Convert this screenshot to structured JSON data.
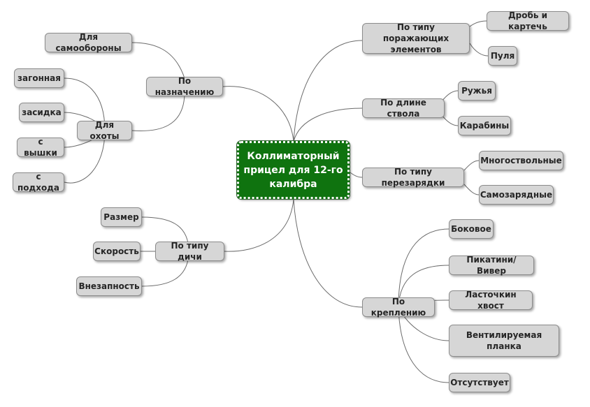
{
  "central": {
    "label": "Коллиматорный\nприцел для 12-го\nкалибра"
  },
  "nodes": {
    "n_type_elems": "По типу поражающих\nэлементов",
    "n_shot": "Дробь и картечь",
    "n_bullet": "Пуля",
    "n_barrel": "По длине ствола",
    "n_guns": "Ружья",
    "n_carbines": "Карабины",
    "n_reload": "По типу перезарядки",
    "n_multibarrel": "Многоствольные",
    "n_selfload": "Самозарядные",
    "n_mount": "По креплению",
    "n_side": "Боковое",
    "n_picatinny": "Пикатини/Вивер",
    "n_dovetail": "Ласточкин хвост",
    "n_vent": "Вентилируемая\nпланка",
    "n_absent": "Отсутствует",
    "n_purpose": "По назначению",
    "n_selfdef": "Для самообороны",
    "n_hunting": "Для охоты",
    "n_driven": "загонная",
    "n_ambush": "засидка",
    "n_tower": "с вышки",
    "n_stalk": "с подхода",
    "n_game": "По типу дичи",
    "n_size": "Размер",
    "n_speed": "Скорость",
    "n_sudden": "Внезапность"
  },
  "colors": {
    "central_fill": "#0f730f",
    "node_fill": "#d6d6d6",
    "link": "#6b6b6b"
  }
}
